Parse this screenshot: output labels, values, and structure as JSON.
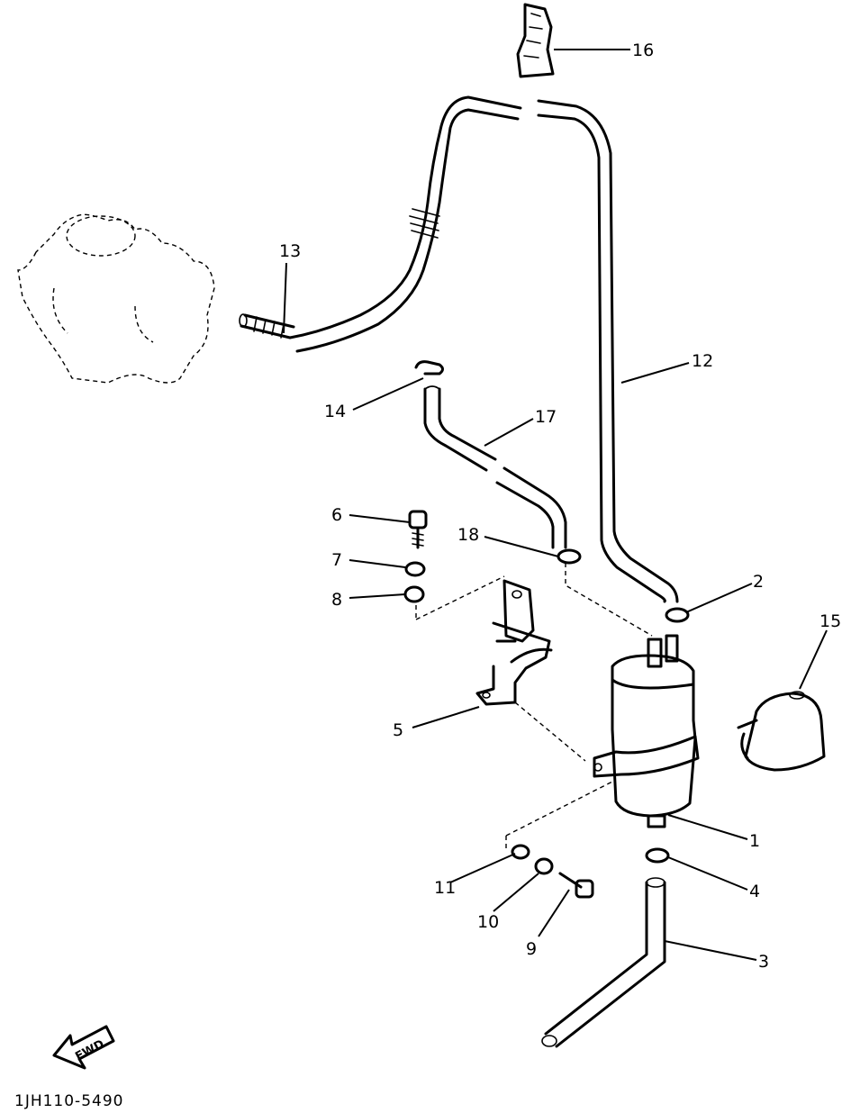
{
  "diagram_code": "1JH110-5490",
  "fwd_label": "FWD",
  "callouts": {
    "c1": "1",
    "c2": "2",
    "c3": "3",
    "c4": "4",
    "c5": "5",
    "c6": "6",
    "c7": "7",
    "c8": "8",
    "c9": "9",
    "c10": "10",
    "c11": "11",
    "c12": "12",
    "c13": "13",
    "c14": "14",
    "c15": "15",
    "c16": "16",
    "c17": "17",
    "c18": "18"
  }
}
